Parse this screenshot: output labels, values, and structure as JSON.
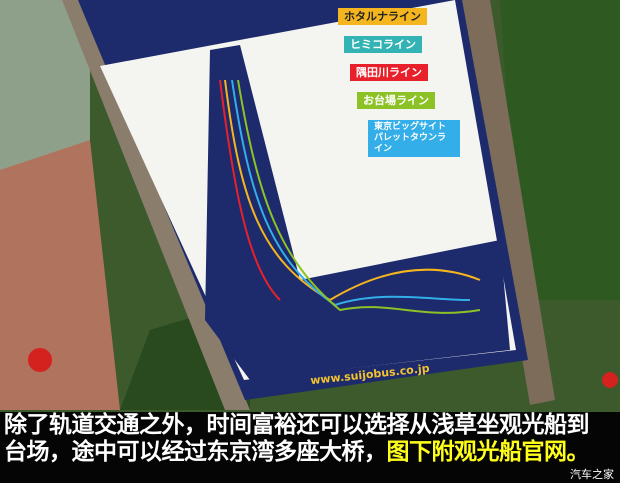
{
  "sign": {
    "lines": [
      {
        "label": "ホタルナライン",
        "color": "#f5b51e"
      },
      {
        "label": "ヒミコライン",
        "color": "#33b3b3"
      },
      {
        "label": "隅田川ライン",
        "color": "#e8202a"
      },
      {
        "label": "お台場ライン",
        "color": "#8cc226"
      },
      {
        "label": "東京ビッグサイト パレットタウンライン",
        "color": "#33aee8"
      }
    ],
    "website": "www.suijobus.co.jp"
  },
  "caption": {
    "line1": "除了轨道交通之外，时间富裕还可以选择从浅草坐观光船到",
    "line2": "台场，途中可以经过东京湾多座大桥，",
    "highlight": "图下附观光船官网。",
    "highlight_color": "#ffff1a"
  },
  "watermark": "汽车之家"
}
